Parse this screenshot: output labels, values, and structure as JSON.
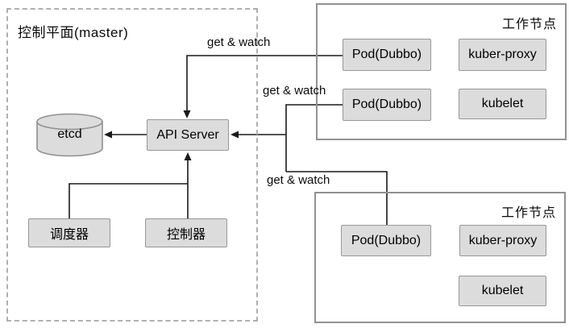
{
  "diagram": {
    "control_plane": {
      "title": "控制平面(master)",
      "etcd_label": "etcd",
      "api_server_label": "API Server",
      "scheduler_label": "调度器",
      "controller_label": "控制器"
    },
    "worker_node_1": {
      "title": "工作节点",
      "pod_1_label": "Pod(Dubbo)",
      "pod_2_label": "Pod(Dubbo)",
      "kube_proxy_label": "kuber-proxy",
      "kubelet_label": "kubelet"
    },
    "worker_node_2": {
      "title": "工作节点",
      "pod_1_label": "Pod(Dubbo)",
      "kube_proxy_label": "kuber-proxy",
      "kubelet_label": "kubelet"
    },
    "edge_label": "get & watch",
    "colors": {
      "node_fill": "#dcdcdc",
      "node_border": "#979797",
      "container_border": "#919191",
      "dashed_border": "#b0b0b0",
      "line": "#1a1a1a",
      "background": "#ffffff"
    }
  }
}
